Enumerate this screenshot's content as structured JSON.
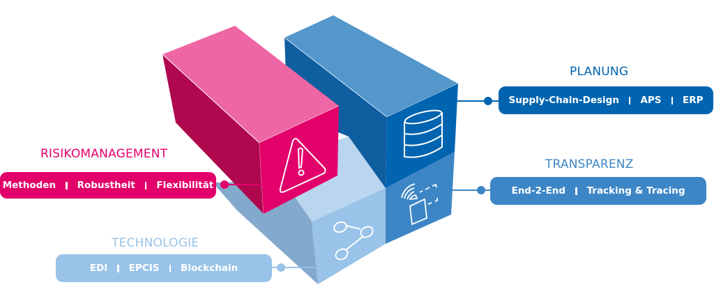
{
  "colors": {
    "pink_accent": "#e2006a",
    "pink_top": "#ee66a4",
    "pink_left": "#b0084f",
    "blue_dark_accent": "#0064b0",
    "blue_top": "#5397cb",
    "blue_left": "#0e5ea0",
    "blue_mid_accent": "#3d86c6",
    "blue_light_accent": "#99c3e8",
    "blue_light_top": "#bad6ef",
    "blue_light_left": "#83a9cc"
  },
  "sections": {
    "risikomanagement": {
      "title": "RISIKOMANAGEMENT",
      "items": [
        "Methoden",
        "Robustheit",
        "Flexibilität"
      ],
      "icon": "warning-triangle-icon"
    },
    "planung": {
      "title": "PLANUNG",
      "items": [
        "Supply-Chain-Design",
        "APS",
        "ERP"
      ],
      "icon": "database-icon"
    },
    "transparenz": {
      "title": "TRANSPARENZ",
      "items": [
        "End-2-End",
        "Tracking & Tracing"
      ],
      "icon": "rfid-scan-icon"
    },
    "technologie": {
      "title": "TECHNOLOGIE",
      "items": [
        "EDI",
        "EPCIS",
        "Blockchain"
      ],
      "icon": "share-network-icon"
    }
  }
}
